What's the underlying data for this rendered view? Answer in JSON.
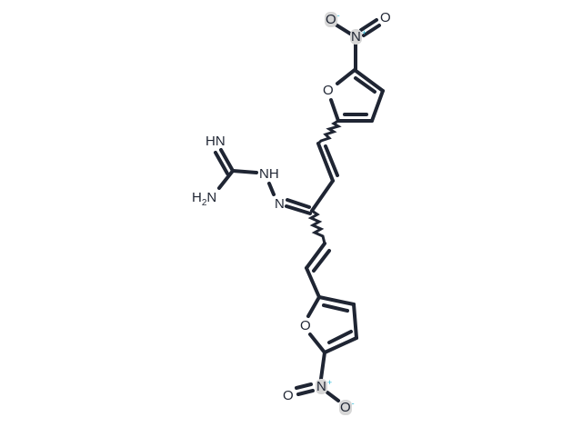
{
  "diagram": {
    "type": "chemical-structure",
    "bond_color": "#1f2533",
    "charge_color": "#2fb8d6",
    "atoms": {
      "top_nitro_o_minus": {
        "symbol": "O",
        "charge": "-"
      },
      "top_nitro_n_plus": {
        "symbol": "N",
        "charge": "+"
      },
      "top_nitro_o": {
        "symbol": "O"
      },
      "top_furan_o": {
        "symbol": "O"
      },
      "imine_hn": {
        "symbol": "HN"
      },
      "hydrazine_nh": {
        "symbol": "NH"
      },
      "amine_h2n": {
        "symbol": "H",
        "sub": "2",
        "rest": "N"
      },
      "hydrazone_n": {
        "symbol": "N"
      },
      "bottom_furan_o": {
        "symbol": "O"
      },
      "bottom_nitro_o": {
        "symbol": "O"
      },
      "bottom_nitro_n_plus": {
        "symbol": "N",
        "charge": "+"
      },
      "bottom_nitro_o_minus": {
        "symbol": "O",
        "charge": "-"
      }
    }
  }
}
